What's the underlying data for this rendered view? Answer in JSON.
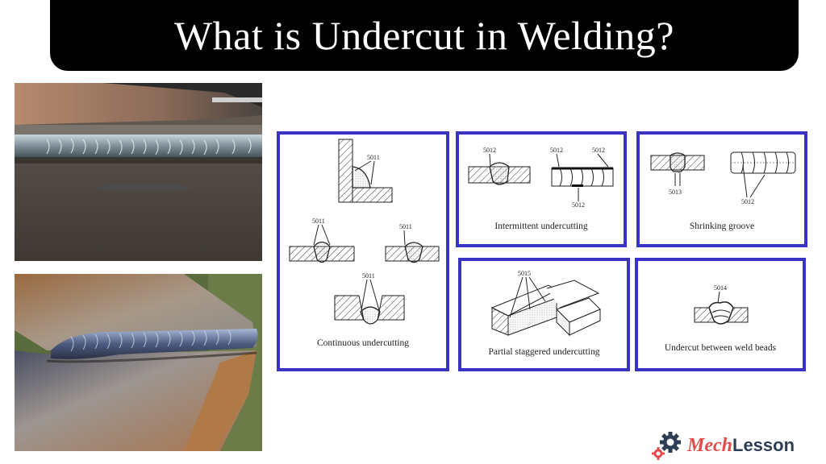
{
  "header": {
    "title": "What is Undercut in Welding?"
  },
  "photos": [
    {
      "name": "flat-weld-bead-photo",
      "alt": "Weld bead along steel plate with undercut groove"
    },
    {
      "name": "corner-weld-bead-photo",
      "alt": "Rusty corner joint with weld bead and undercut"
    }
  ],
  "diagrams": [
    {
      "id": "continuous",
      "caption": "Continuous undercutting",
      "labels": [
        "5011",
        "5011",
        "5011",
        "5011"
      ]
    },
    {
      "id": "intermittent",
      "caption": "Intermittent undercutting",
      "labels": [
        "5012",
        "5012",
        "5012",
        "5012"
      ]
    },
    {
      "id": "shrinking",
      "caption": "Shrinking groove",
      "labels": [
        "5013",
        "5012"
      ]
    },
    {
      "id": "partial-staggered",
      "caption": "Partial staggered undercutting",
      "labels": [
        "5015"
      ]
    },
    {
      "id": "between-beads",
      "caption": "Undercut between weld beads",
      "labels": [
        "5014"
      ]
    }
  ],
  "brand": {
    "part1": "Mech",
    "part2": "Lesson",
    "accent": "#e34b4b",
    "dark": "#2d3d55"
  },
  "colors": {
    "box_border": "#3a34c2",
    "title_bg": "#000000"
  }
}
